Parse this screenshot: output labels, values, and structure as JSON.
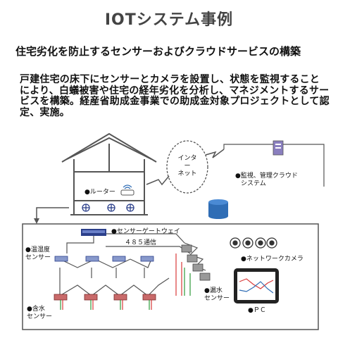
{
  "header": {
    "title": "IOTシステム事例",
    "subtitle": "住宅劣化を防止するセンサーおよびクラウドサービスの構築",
    "description": "戸建住宅の床下にセンサーとカメラを設置し、状態を監視することにより、白蟻被害や住宅の経年劣化を分析し、マネジメントするサービスを構築。経産省助成金事業での助成金対象プロジェクトとして認定、実施。"
  },
  "diagram": {
    "internet_line1": "インタ",
    "internet_line2": "ー",
    "internet_line3": "ネット",
    "router": "●ルーター",
    "cloud_line1": "●監視、管理クラウド",
    "cloud_line2": "システム",
    "gateway": "●センサーゲートウェイ",
    "rs485": "４８５通信",
    "temp_line1": "●温湿度",
    "temp_line2": "センサー",
    "camera": "●ネットワークカメラ",
    "leak_line1": "●漏水",
    "leak_line2": "センサー",
    "moist_line1": "●含水",
    "moist_line2": "センサー",
    "pc": "●ＰＣ"
  },
  "colors": {
    "line": "#555555",
    "red_wire": "#d83a3a",
    "green_wire": "#2d9a3a",
    "cylinder": "#2f6db5",
    "sensor_blue": "#2b3f8a"
  }
}
